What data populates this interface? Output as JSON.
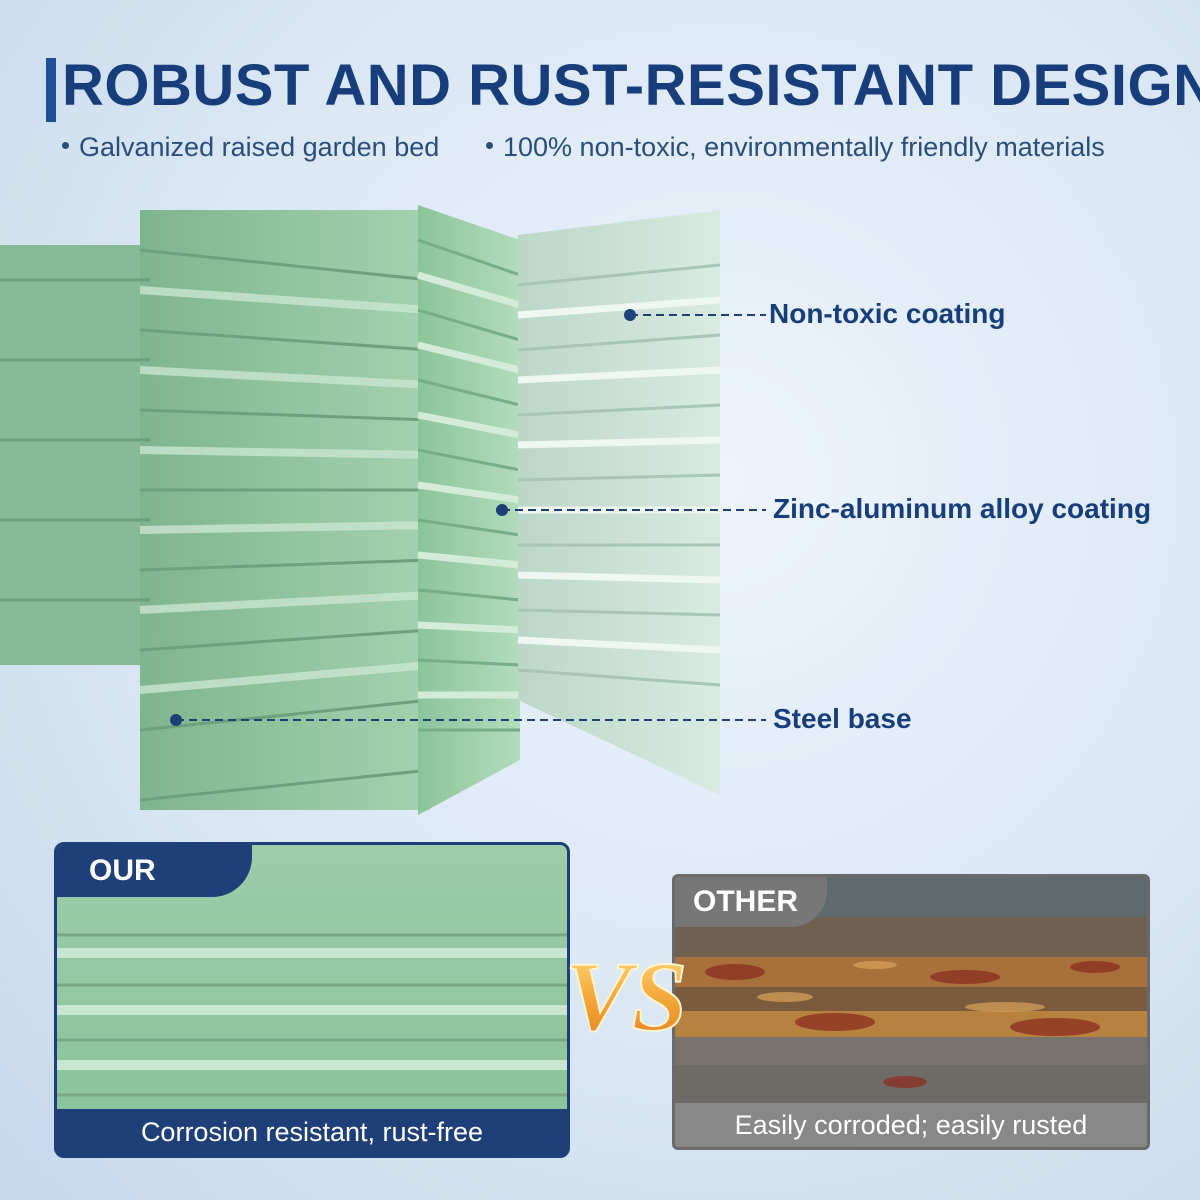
{
  "header": {
    "title": "ROBUST AND RUST-RESISTANT DESIGN",
    "bullets": [
      "Galvanized raised garden bed",
      "100% non-toxic, environmentally friendly materials"
    ]
  },
  "callouts": {
    "layer1": "Non-toxic coating",
    "layer2": "Zinc-aluminum alloy coating",
    "layer3": "Steel base"
  },
  "comparison": {
    "ours": {
      "tag": "OUR",
      "caption": "Corrosion resistant, rust-free"
    },
    "vs_label": "VS",
    "other": {
      "tag": "OTHER",
      "caption": "Easily corroded; easily rusted"
    }
  },
  "colors": {
    "brand_navy": "#173e7a",
    "sage_green": "#8fc49e",
    "other_gray": "#7a7a7a",
    "vs_gold": "#f4a93a"
  }
}
